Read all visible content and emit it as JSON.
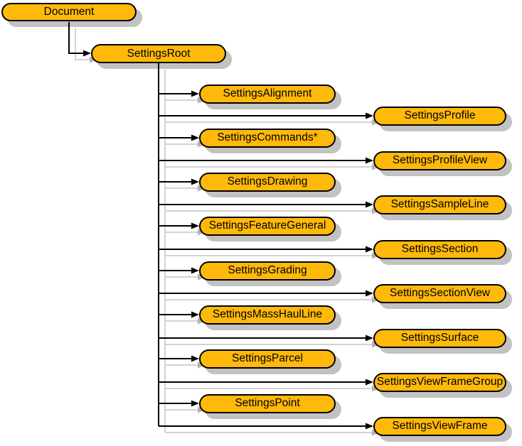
{
  "diagram": {
    "root": {
      "label": "Document"
    },
    "level1": {
      "label": "SettingsRoot"
    },
    "children_left": [
      "SettingsAlignment",
      "SettingsCommands*",
      "SettingsDrawing",
      "SettingsFeatureGeneral",
      "SettingsGrading",
      "SettingsMassHaulLine",
      "SettingsParcel",
      "SettingsPoint"
    ],
    "children_right": [
      "SettingsProfile",
      "SettingsProfileView",
      "SettingsSampleLine",
      "SettingsSection",
      "SettingsSectionView",
      "SettingsSurface",
      "SettingsViewFrameGroup",
      "SettingsViewFrame"
    ],
    "colors": {
      "background": "#FFFFFF",
      "node_fill": "#FFB90A",
      "node_border": "#000000",
      "node_text": "#000000",
      "node_shadow": "#C2C2C2",
      "connector": "#000000",
      "connector_shadow": "#D2D2D2",
      "connector_shadow_arrow": "#B2B2B2"
    }
  }
}
